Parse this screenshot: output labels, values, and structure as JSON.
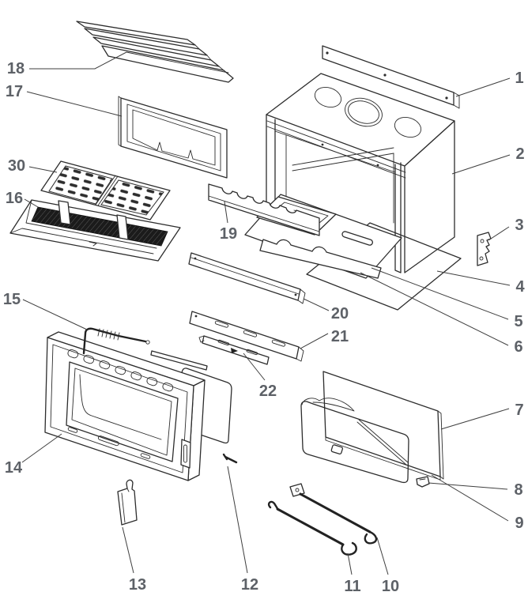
{
  "diagram": {
    "type": "exploded-parts-diagram",
    "background_color": "#ffffff",
    "line_color": "#2d2d2d",
    "label_color": "#5d6167",
    "dark_band_color": "#1b1b1b",
    "callouts": [
      {
        "label": "1"
      },
      {
        "label": "2"
      },
      {
        "label": "3"
      },
      {
        "label": "4"
      },
      {
        "label": "5"
      },
      {
        "label": "6"
      },
      {
        "label": "7"
      },
      {
        "label": "8"
      },
      {
        "label": "9"
      },
      {
        "label": "10"
      },
      {
        "label": "11"
      },
      {
        "label": "12"
      },
      {
        "label": "13"
      },
      {
        "label": "14"
      },
      {
        "label": "15"
      },
      {
        "label": "16"
      },
      {
        "label": "17"
      },
      {
        "label": "18"
      },
      {
        "label": "19"
      },
      {
        "label": "20"
      },
      {
        "label": "21"
      },
      {
        "label": "22"
      },
      {
        "label": "30"
      }
    ]
  }
}
